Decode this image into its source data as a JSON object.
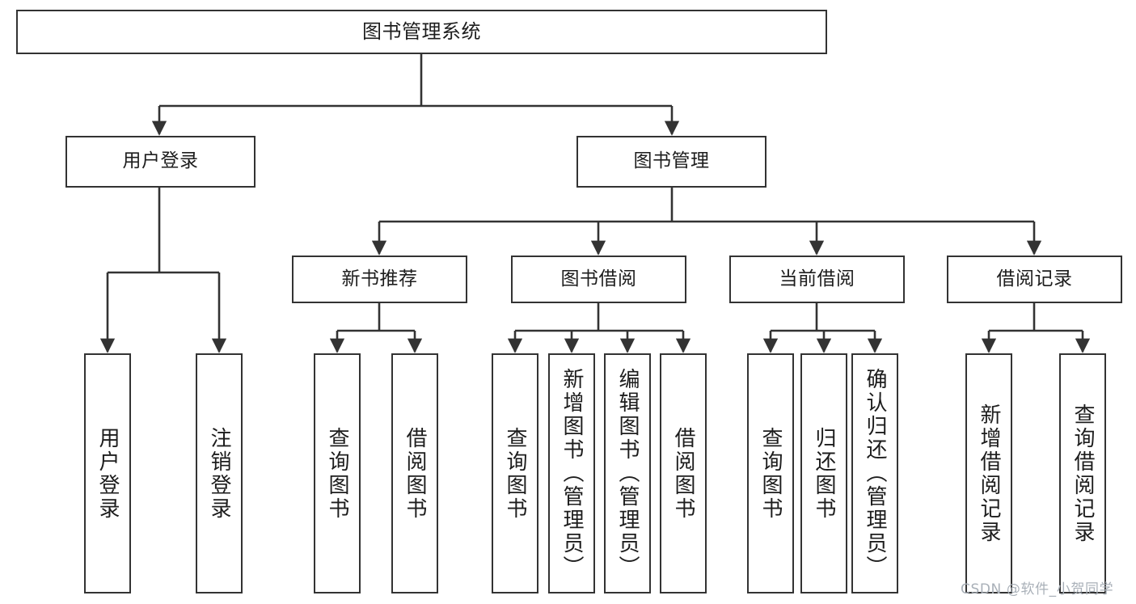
{
  "diagram": {
    "title": "图书管理系统",
    "type": "tree-hierarchy-chart",
    "watermark": "CSDN @软件_小贺同学",
    "colors": {
      "stroke": "#333333",
      "fill": "#ffffff",
      "text": "#1d1d1d",
      "watermark": "#a9b0b8"
    }
  },
  "nodes": {
    "root": {
      "label": "图书管理系统"
    },
    "level2": [
      {
        "id": "user-login",
        "label": "用户登录"
      },
      {
        "id": "book-manage",
        "label": "图书管理"
      }
    ],
    "level3": [
      {
        "id": "new-book-recommend",
        "label": "新书推荐"
      },
      {
        "id": "book-borrow",
        "label": "图书借阅"
      },
      {
        "id": "current-borrow",
        "label": "当前借阅"
      },
      {
        "id": "borrow-record",
        "label": "借阅记录"
      }
    ],
    "leaves": {
      "user-login": [
        {
          "id": "leaf-user-login",
          "label": "用户登录"
        },
        {
          "id": "leaf-user-logout",
          "label": "注销登录"
        }
      ],
      "new-book-recommend": [
        {
          "id": "leaf-query-book-1",
          "label": "查询图书"
        },
        {
          "id": "leaf-borrow-book-1",
          "label": "借阅图书"
        }
      ],
      "book-borrow": [
        {
          "id": "leaf-query-book-2",
          "label": "查询图书"
        },
        {
          "id": "leaf-add-book",
          "label": "新增图书（管理员）"
        },
        {
          "id": "leaf-edit-book",
          "label": "编辑图书（管理员）"
        },
        {
          "id": "leaf-borrow-book-2",
          "label": "借阅图书"
        }
      ],
      "current-borrow": [
        {
          "id": "leaf-query-book-3",
          "label": "查询图书"
        },
        {
          "id": "leaf-return-book",
          "label": "归还图书"
        },
        {
          "id": "leaf-confirm-return",
          "label": "确认归还（管理员）"
        }
      ],
      "borrow-record": [
        {
          "id": "leaf-add-record",
          "label": "新增借阅记录"
        },
        {
          "id": "leaf-query-record",
          "label": "查询借阅记录"
        }
      ]
    }
  }
}
